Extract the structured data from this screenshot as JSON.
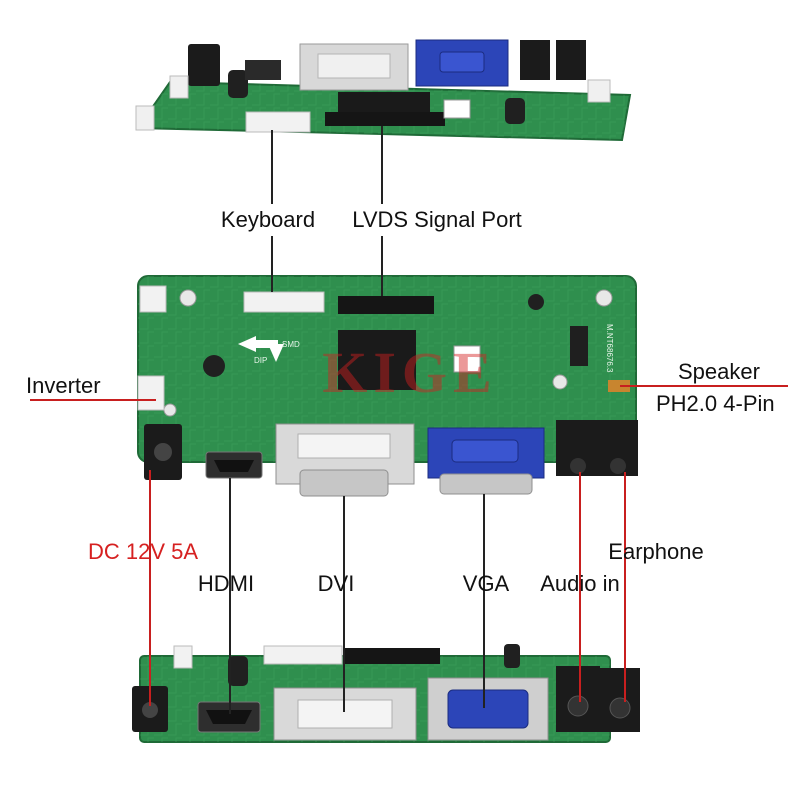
{
  "labels": {
    "keyboard": "Keyboard",
    "lvds": "LVDS Signal Port",
    "inverter": "Inverter",
    "speaker": "Speaker",
    "speaker_pin": "PH2.0 4-Pin",
    "dc": "DC 12V 5A",
    "hdmi": "HDMI",
    "dvi": "DVI",
    "vga": "VGA",
    "audio_in": "Audio in",
    "earphone": "Earphone"
  },
  "board_marks": {
    "model": "M.NT68676.3",
    "dip": "DIP",
    "smd": "SMD",
    "watermark": "KIGE"
  },
  "colors": {
    "pcb": "#2f8f4e",
    "pcb_dark": "#1f6a37",
    "leader_dark": "#222222",
    "leader_red": "#c81f1f",
    "dc_label": "#d62020",
    "vga_blue": "#2c45b8"
  }
}
